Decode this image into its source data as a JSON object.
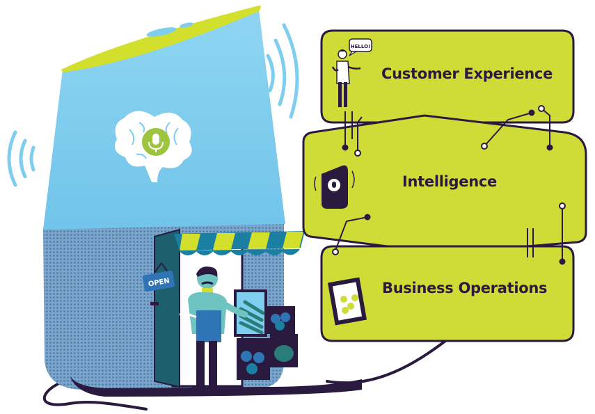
{
  "panels": {
    "customer_experience": "Customer Experience",
    "intelligence": "Intelligence",
    "business_operations": "Business Operations"
  },
  "speech_bubble": "HELLO!",
  "shop_sign": "OPEN",
  "colors": {
    "speaker_top": "#d2df2c",
    "speaker_body": "#7fcdef",
    "speaker_fabric": "#6fa3c8",
    "panel_fill": "#cfdc37",
    "outline": "#2a1a3f",
    "awning_blue": "#1a7fa0"
  }
}
